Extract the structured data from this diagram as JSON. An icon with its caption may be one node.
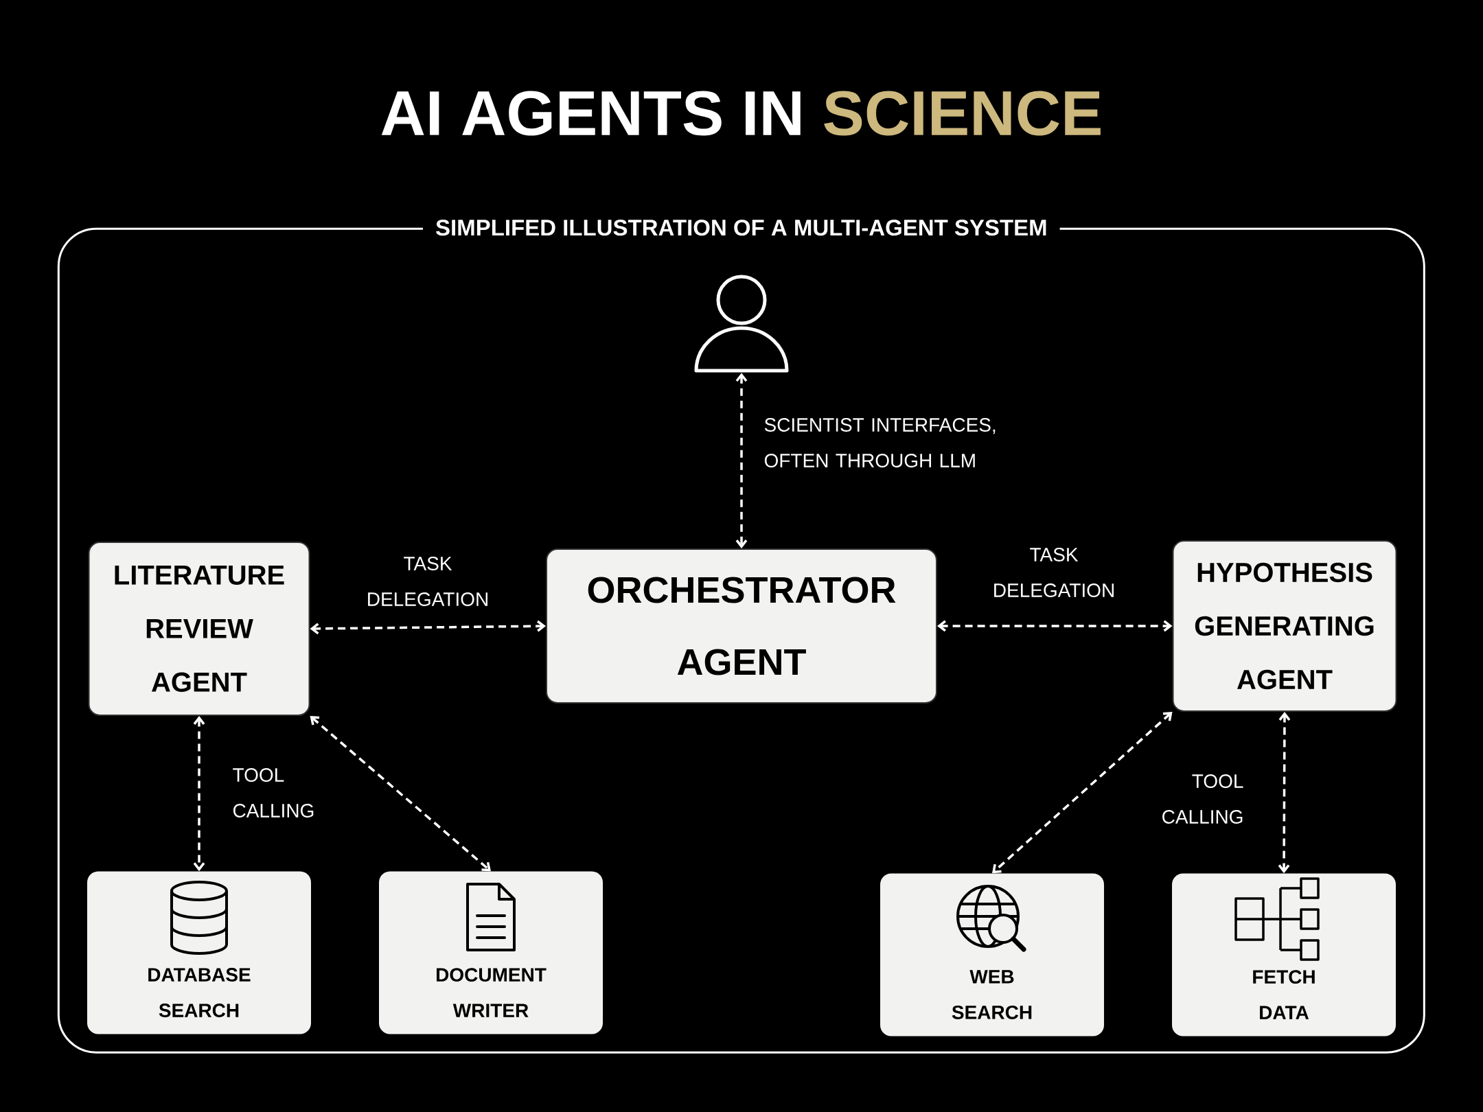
{
  "diagram": {
    "title": "AI AGENTS IN **SCIENCE**",
    "nodes": [
      {
        "text": [
          "SIMPLIFED ILLUSTRATION OF A MULTI-AGENT SYSTEM"
        ]
      },
      {
        "text": [],
        "shape": "person",
        "in": 0
      },
      {
        "text": [
          "LITERATURE REVIEW AGENT"
        ],
        "in": 0
      },
      {
        "text": [
          "ORCHESTRATOR AGENT"
        ],
        "in": 0
      },
      {
        "text": [
          "HYPOTHESIS GENERATING AGENT"
        ],
        "in": 0
      },
      {
        "text": [
          "DATABASE SEARCH"
        ],
        "in": 0
      },
      {
        "text": [
          "DOCUMENT WRITER"
        ],
        "in": 0
      },
      {
        "text": [
          "WEB SEARCH"
        ],
        "in": 0
      },
      {
        "text": [
          "FETCH DATA"
        ],
        "in": 0
      }
    ],
    "edges": [
      {
        "from": 1,
        "to": 3,
        "arrow": "both",
        "style": "dashed",
        "label": "SCIENTIST INTERFACES, OFTEN THROUGH LLM"
      },
      {
        "from": 2,
        "to": 3,
        "arrow": "both",
        "style": "dashed",
        "label": "TASK DELEGATION"
      },
      {
        "from": 3,
        "to": 4,
        "arrow": "both",
        "style": "dashed",
        "label": "TASK DELEGATION"
      },
      {
        "from": 2,
        "to": 5,
        "arrow": "both",
        "style": "dashed",
        "label": "TOOL CALLING"
      },
      {
        "from": 2,
        "to": 6,
        "arrow": "both",
        "style": "dashed"
      },
      {
        "from": 4,
        "to": 7,
        "arrow": "both",
        "style": "dashed"
      },
      {
        "from": 4,
        "to": 8,
        "arrow": "both",
        "style": "dashed",
        "label": "TOOL CALLING"
      }
    ]
  }
}
